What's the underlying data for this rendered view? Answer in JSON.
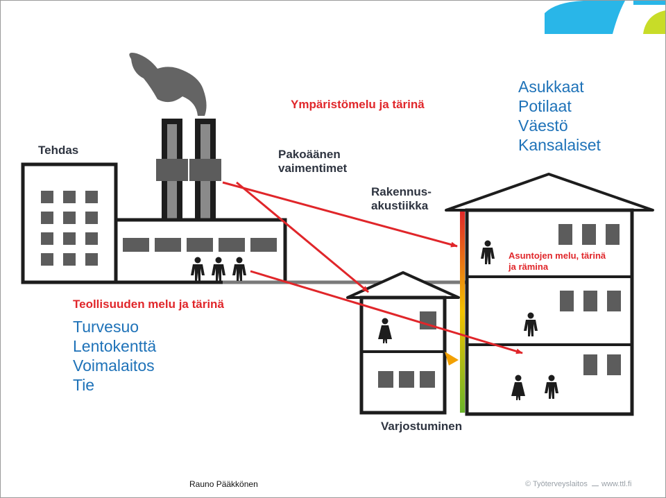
{
  "labels": {
    "tehdas": "Tehdas",
    "environment_noise": "Ympäristömelu ja tärinä",
    "exhaust_line1": "Pakoäänen",
    "exhaust_line2": "vaimentimet",
    "acoustics_line1": "Rakennus-",
    "acoustics_line2": "akustiikka",
    "housing_noise_line1": "Asuntojen melu, tärinä",
    "housing_noise_line2": "ja rämina",
    "industrial_noise": "Teollisuuden melu ja tärinä",
    "shadowing": "Varjostuminen"
  },
  "recipients": [
    "Asukkaat",
    "Potilaat",
    "Väestö",
    "Kansalaiset"
  ],
  "sources": [
    "Turvesuo",
    "Lentokenttä",
    "Voimalaitos",
    "Tie"
  ],
  "footer": {
    "author": "Rauno Pääkkönen",
    "org": "© Työterveyslaitos",
    "url": "www.ttl.fi"
  },
  "colors": {
    "building_outline": "#1d1d1d",
    "window": "#5c5c5c",
    "smoke": "#646464",
    "arrow": "#e0262a",
    "accent_blue": "#1e72b8",
    "logo_cyan": "#29b6e8",
    "logo_lime": "#c8dc28",
    "gradient_top": "#e0262a",
    "gradient_mid": "#f2c200",
    "gradient_bottom": "#6ab42a"
  },
  "icons": {
    "corner_logo": "ttl-logo-icon",
    "person": "person-icon"
  }
}
